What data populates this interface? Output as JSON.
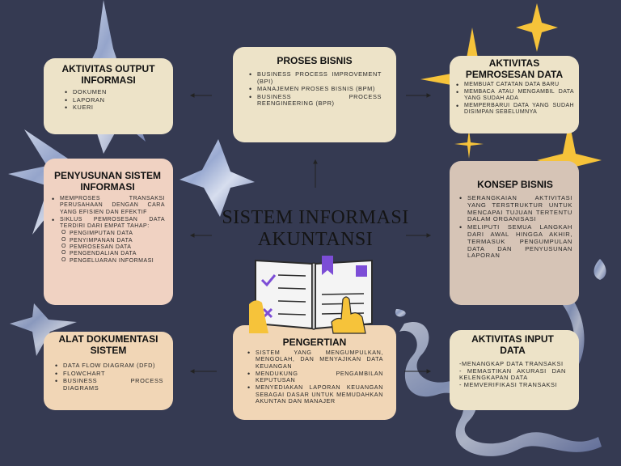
{
  "title": "SISTEM INFORMASI AKUNTANSI",
  "cards": {
    "output": {
      "title": "AKTIVITAS OUTPUT INFORMASI",
      "items": [
        "DOKUMEN",
        "LAPORAN",
        "KUERI"
      ]
    },
    "proses_bisnis": {
      "title": "PROSES BISNIS",
      "items": [
        "BUSINESS PROCESS IMPROVEMENT (BPI)",
        "MANAJEMEN PROSES BISNIS (BPM)",
        "BUSINESS PROCESS REENGINEERING (BPR)"
      ]
    },
    "pemrosesan": {
      "title": "AKTIVITAS PEMROSESAN DATA",
      "items": [
        "MEMBUAT CATATAN DATA BARU",
        "MEMBACA ATAU MENGAMBIL DATA YANG SUDAH ADA",
        "MEMPERBARUI DATA YANG SUDAH DISIMPAN SEBELUMNYA"
      ]
    },
    "penyusunan": {
      "title": "PENYUSUNAN SISTEM INFORMASI",
      "items": [
        "MEMPROSES TRANSAKSI PERUSAHAAN DENGAN CARA YANG EFISIEN DAN EFEKTIF",
        "SIKLUS PEMROSESAN DATA TERDIRI DARI EMPAT TAHAP:"
      ],
      "subitems": [
        "PENGIMPUTAN DATA",
        "PENYIMPANAN DATA",
        "PEMROSESAN DATA",
        "PENGENDALIAN DATA",
        "PENGELUARAN INFORMASI"
      ]
    },
    "konsep": {
      "title": "KONSEP BISNIS",
      "items": [
        "SERANGKAIAN AKTIVITASI YANG TERSTRUKTUR UNTUK MENCAPAI TUJUAN TERTENTU DALAM ORGANISASI",
        "MELIPUTI SEMUA LANGKAH DARI AWAL HINGGA AKHIR, TERMASUK PENGUMPULAN DATA DAN PENYUSUNAN LAPORAN"
      ]
    },
    "alat": {
      "title": "ALAT DOKUMENTASI SISTEM",
      "items": [
        "DATA FLOW DIAGRAM (DFD)",
        "FLOWCHART",
        "BUSINESS PROCESS DIAGRAMS"
      ]
    },
    "pengertian": {
      "title": "PENGERTIAN",
      "items": [
        "SISTEM YANG MENGUMPULKAN, MENGOLAH, DAN MENYAJIKAN DATA KEUANGAN",
        "MENDUKUNG PENGAMBILAN KEPUTUSAN",
        "MENYEDIAKAN LAPORAN KEUANGAN SEBAGAI DASAR UNTUK MEMUDAHKAN AKUNTAN DAN MANAJER"
      ]
    },
    "input": {
      "title": "AKTIVITAS INPUT DATA",
      "lines": [
        "-MENANGKAP DATA TRANSAKSI",
        "- MEMASTIKAN AKURASI DAN KELENGKAPAN DATA",
        "- MEMVERIFIKASI TRANSAKSI"
      ]
    }
  },
  "colors": {
    "background": "#353a52",
    "cream": "#ede3c8",
    "pink": "#f0d2c2",
    "peach": "#f1d6b6",
    "taupe": "#d6c4b6",
    "star_gold": "#f6c33a",
    "book_purple": "#7c4dd6"
  },
  "icons": [
    "star-sparkle-icon",
    "open-book-icon",
    "checkmark-icon",
    "cross-mark-icon",
    "bookmark-icon",
    "pointing-hand-icon"
  ]
}
